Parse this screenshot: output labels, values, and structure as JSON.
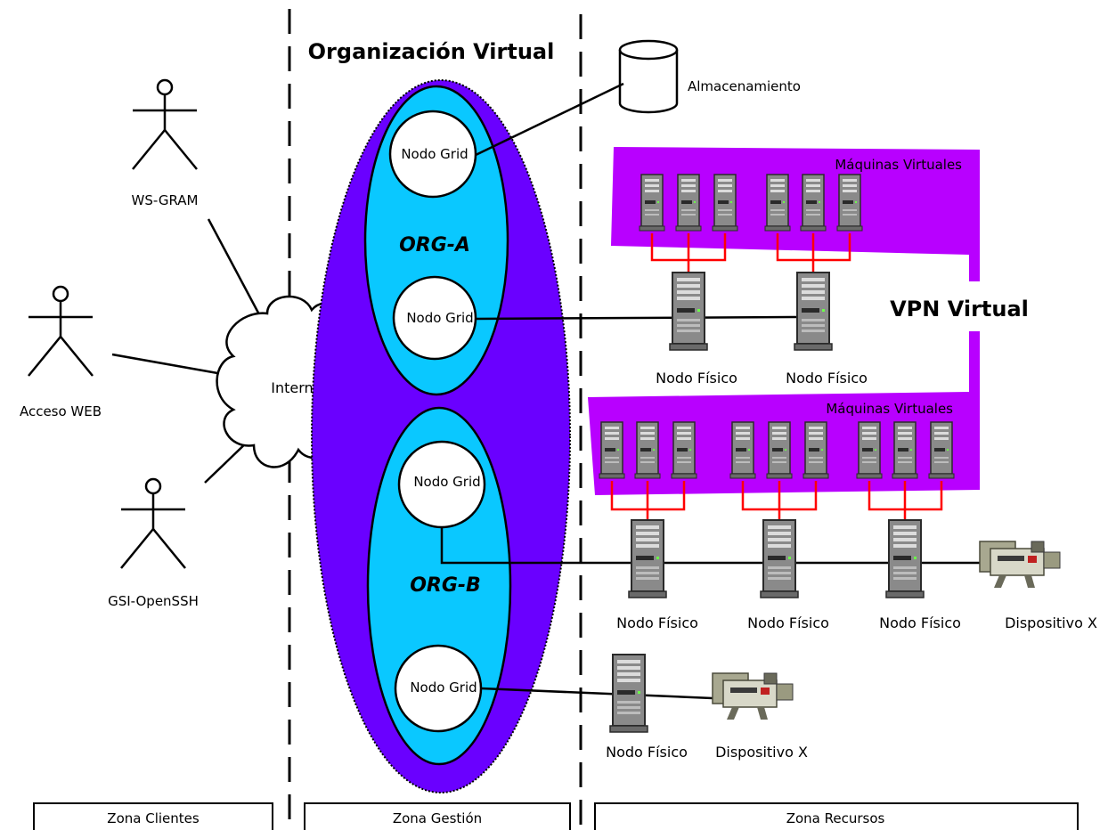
{
  "title": "Organización Virtual",
  "vpn_label": "VPN Virtual",
  "actors": {
    "ws_gram": "WS-GRAM",
    "acceso_web": "Acceso WEB",
    "gsi_openssh": "GSI-OpenSSH"
  },
  "cloud_label": "Internet",
  "orgs": {
    "a": "ORG-A",
    "b": "ORG-B"
  },
  "grid_node_label": "Nodo Grid",
  "storage_label": "Almacenamiento",
  "vm_label": "Máquinas Virtuales",
  "physical_node_label": "Nodo Físico",
  "device_label": "Dispositivo X",
  "zones": {
    "clientes": "Zona Clientes",
    "gestion": "Zona Gestión",
    "recursos": "Zona Recursos"
  },
  "colors": {
    "outer_org": "#6a00ff",
    "inner_org": "#0ac8ff",
    "vm_area": "#b800ff",
    "vm_link": "#ff0000"
  }
}
